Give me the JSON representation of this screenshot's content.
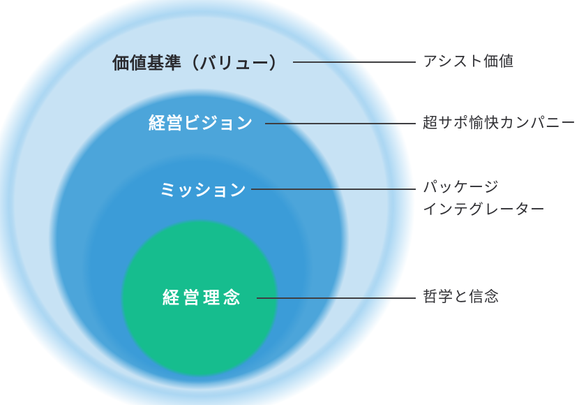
{
  "page": {
    "background": "#ffffff"
  },
  "diagram": {
    "type": "concentric-onion-diagram",
    "connector_color": "#3f3f42",
    "annotation_text_color": "#2f2f33",
    "rings": [
      {
        "label": "価値基準（バリュー）",
        "annotation": "アシスト価値",
        "fill": "#c7e2f4",
        "label_color": "#2a2a2e"
      },
      {
        "label": "経営ビジョン",
        "annotation": "超サポ愉快カンパニー",
        "fill": "#4ca5da",
        "label_color": "#ffffff"
      },
      {
        "label": "ミッション",
        "annotation_line1": "パッケージ",
        "annotation_line2": "インテグレーター",
        "fill": "#3b9cd8",
        "label_color": "#ffffff"
      },
      {
        "label": "経営理念",
        "annotation": "哲学と信念",
        "fill": "#16bd8e",
        "label_color": "#ffffff"
      }
    ]
  }
}
